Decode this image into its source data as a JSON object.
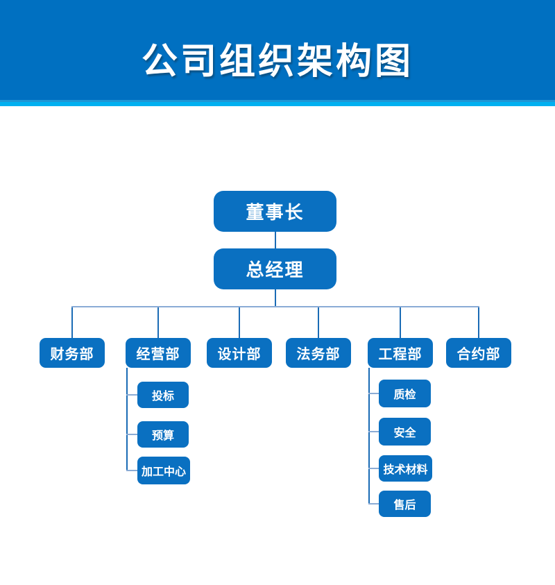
{
  "title": "公司组织架构图",
  "colors": {
    "header_blue": "#0070c1",
    "accent_strip_mid": "#1f96d5",
    "accent_strip_cyan": "#00b0f0",
    "node_blue": "#0a70c1",
    "connector_strong": "#1a6bb5",
    "connector_light": "#8aabd5",
    "text": "#ffffff"
  },
  "org": {
    "chairman": "董事长",
    "general_manager": "总经理",
    "departments": [
      {
        "label": "财务部",
        "children": []
      },
      {
        "label": "经营部",
        "children": [
          "投标",
          "预算",
          "加工中心"
        ]
      },
      {
        "label": "设计部",
        "children": []
      },
      {
        "label": "法务部",
        "children": []
      },
      {
        "label": "工程部",
        "children": [
          "质检",
          "安全",
          "技术材料",
          "售后"
        ]
      },
      {
        "label": "合约部",
        "children": []
      }
    ]
  }
}
